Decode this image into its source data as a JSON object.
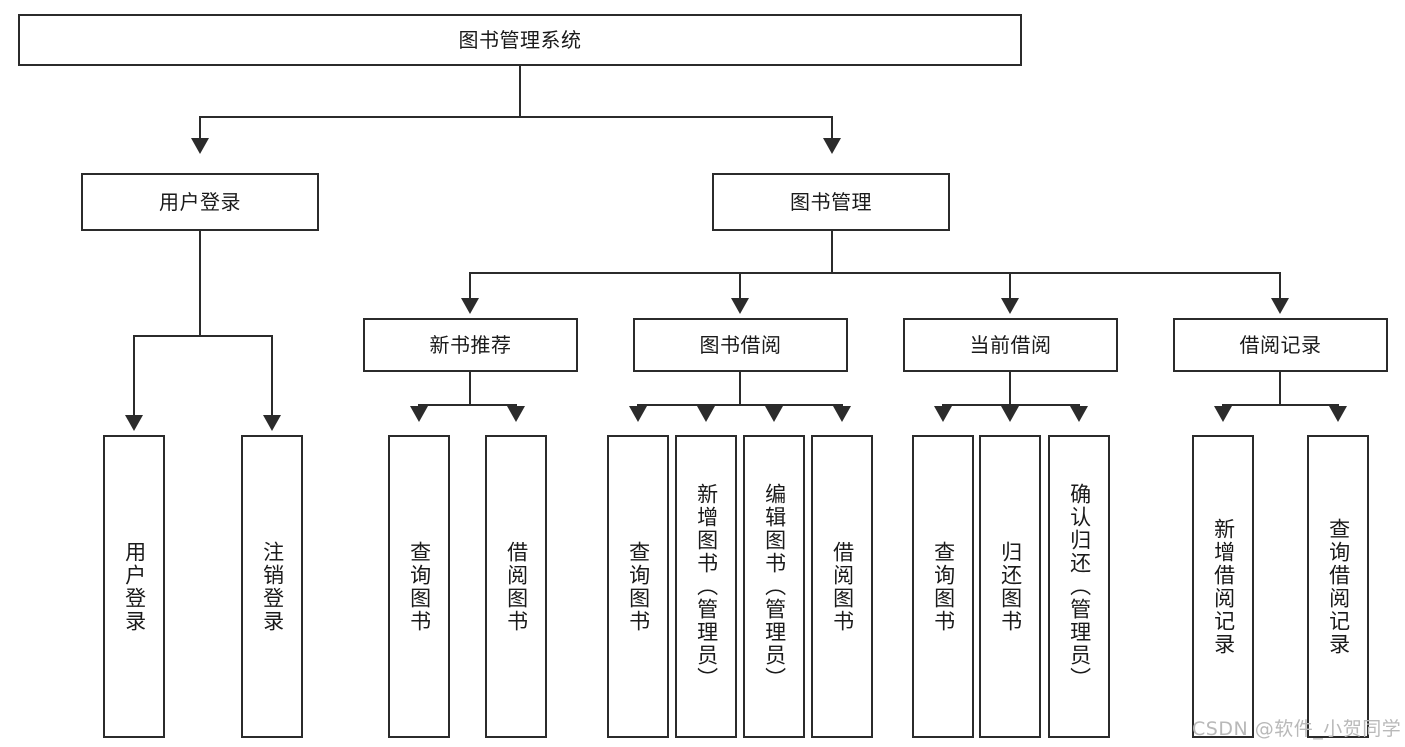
{
  "diagram": {
    "title": "图书管理系统",
    "watermark": "CSDN @软件_小贺同学",
    "levels": {
      "root": {
        "label": "图书管理系统"
      },
      "level2": [
        {
          "label": "用户登录"
        },
        {
          "label": "图书管理"
        }
      ],
      "level3": [
        {
          "label": "新书推荐"
        },
        {
          "label": "图书借阅"
        },
        {
          "label": "当前借阅"
        },
        {
          "label": "借阅记录"
        }
      ],
      "leaves": {
        "user_login": [
          {
            "label": "用户登录"
          },
          {
            "label": "注销登录"
          }
        ],
        "new_book_recommend": [
          {
            "label": "查询图书"
          },
          {
            "label": "借阅图书"
          }
        ],
        "book_borrow": [
          {
            "label": "查询图书"
          },
          {
            "label": "新增图书（管理员）"
          },
          {
            "label": "编辑图书（管理员）"
          },
          {
            "label": "借阅图书"
          }
        ],
        "current_borrow": [
          {
            "label": "查询图书"
          },
          {
            "label": "归还图书"
          },
          {
            "label": "确认归还（管理员）"
          }
        ],
        "borrow_record": [
          {
            "label": "新增借阅记录"
          },
          {
            "label": "查询借阅记录"
          }
        ]
      }
    },
    "colors": {
      "stroke": "#2b2b2b",
      "fill": "#ffffff",
      "text": "#1a1a1a",
      "watermark": "#b9b9b9"
    }
  }
}
